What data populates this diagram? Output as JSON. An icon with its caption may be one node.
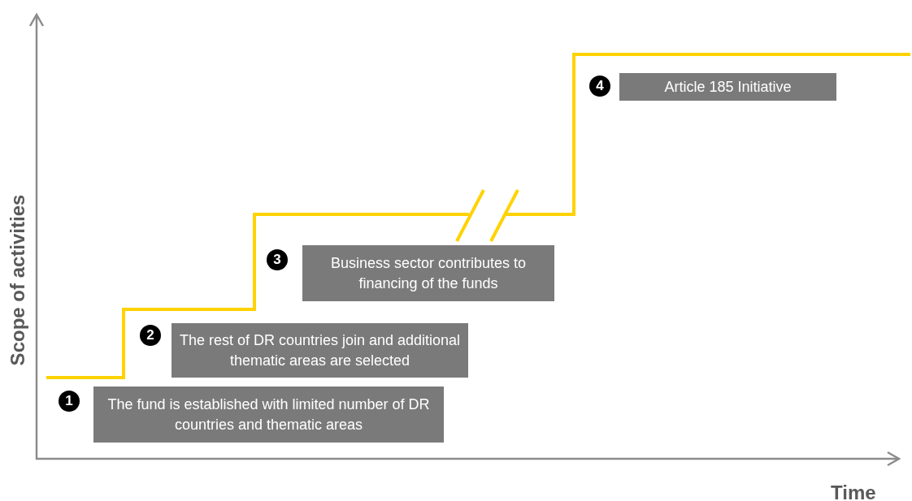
{
  "diagram": {
    "nodes": [
      {
        "text": [
          "The fund is established with limited number of DR countries and thematic areas"
        ],
        "beside": [
          "1"
        ]
      },
      {
        "text": [
          "The rest of DR countries join and additional thematic areas are selected"
        ],
        "beside": [
          "2"
        ]
      },
      {
        "text": [
          "Business sector contributes to financing of the funds"
        ],
        "beside": [
          "3"
        ]
      },
      {
        "text": [
          "Article 185 Initiative"
        ],
        "beside": [
          "4"
        ]
      }
    ],
    "labels": [
      "Scope of activities",
      "Time"
    ]
  }
}
